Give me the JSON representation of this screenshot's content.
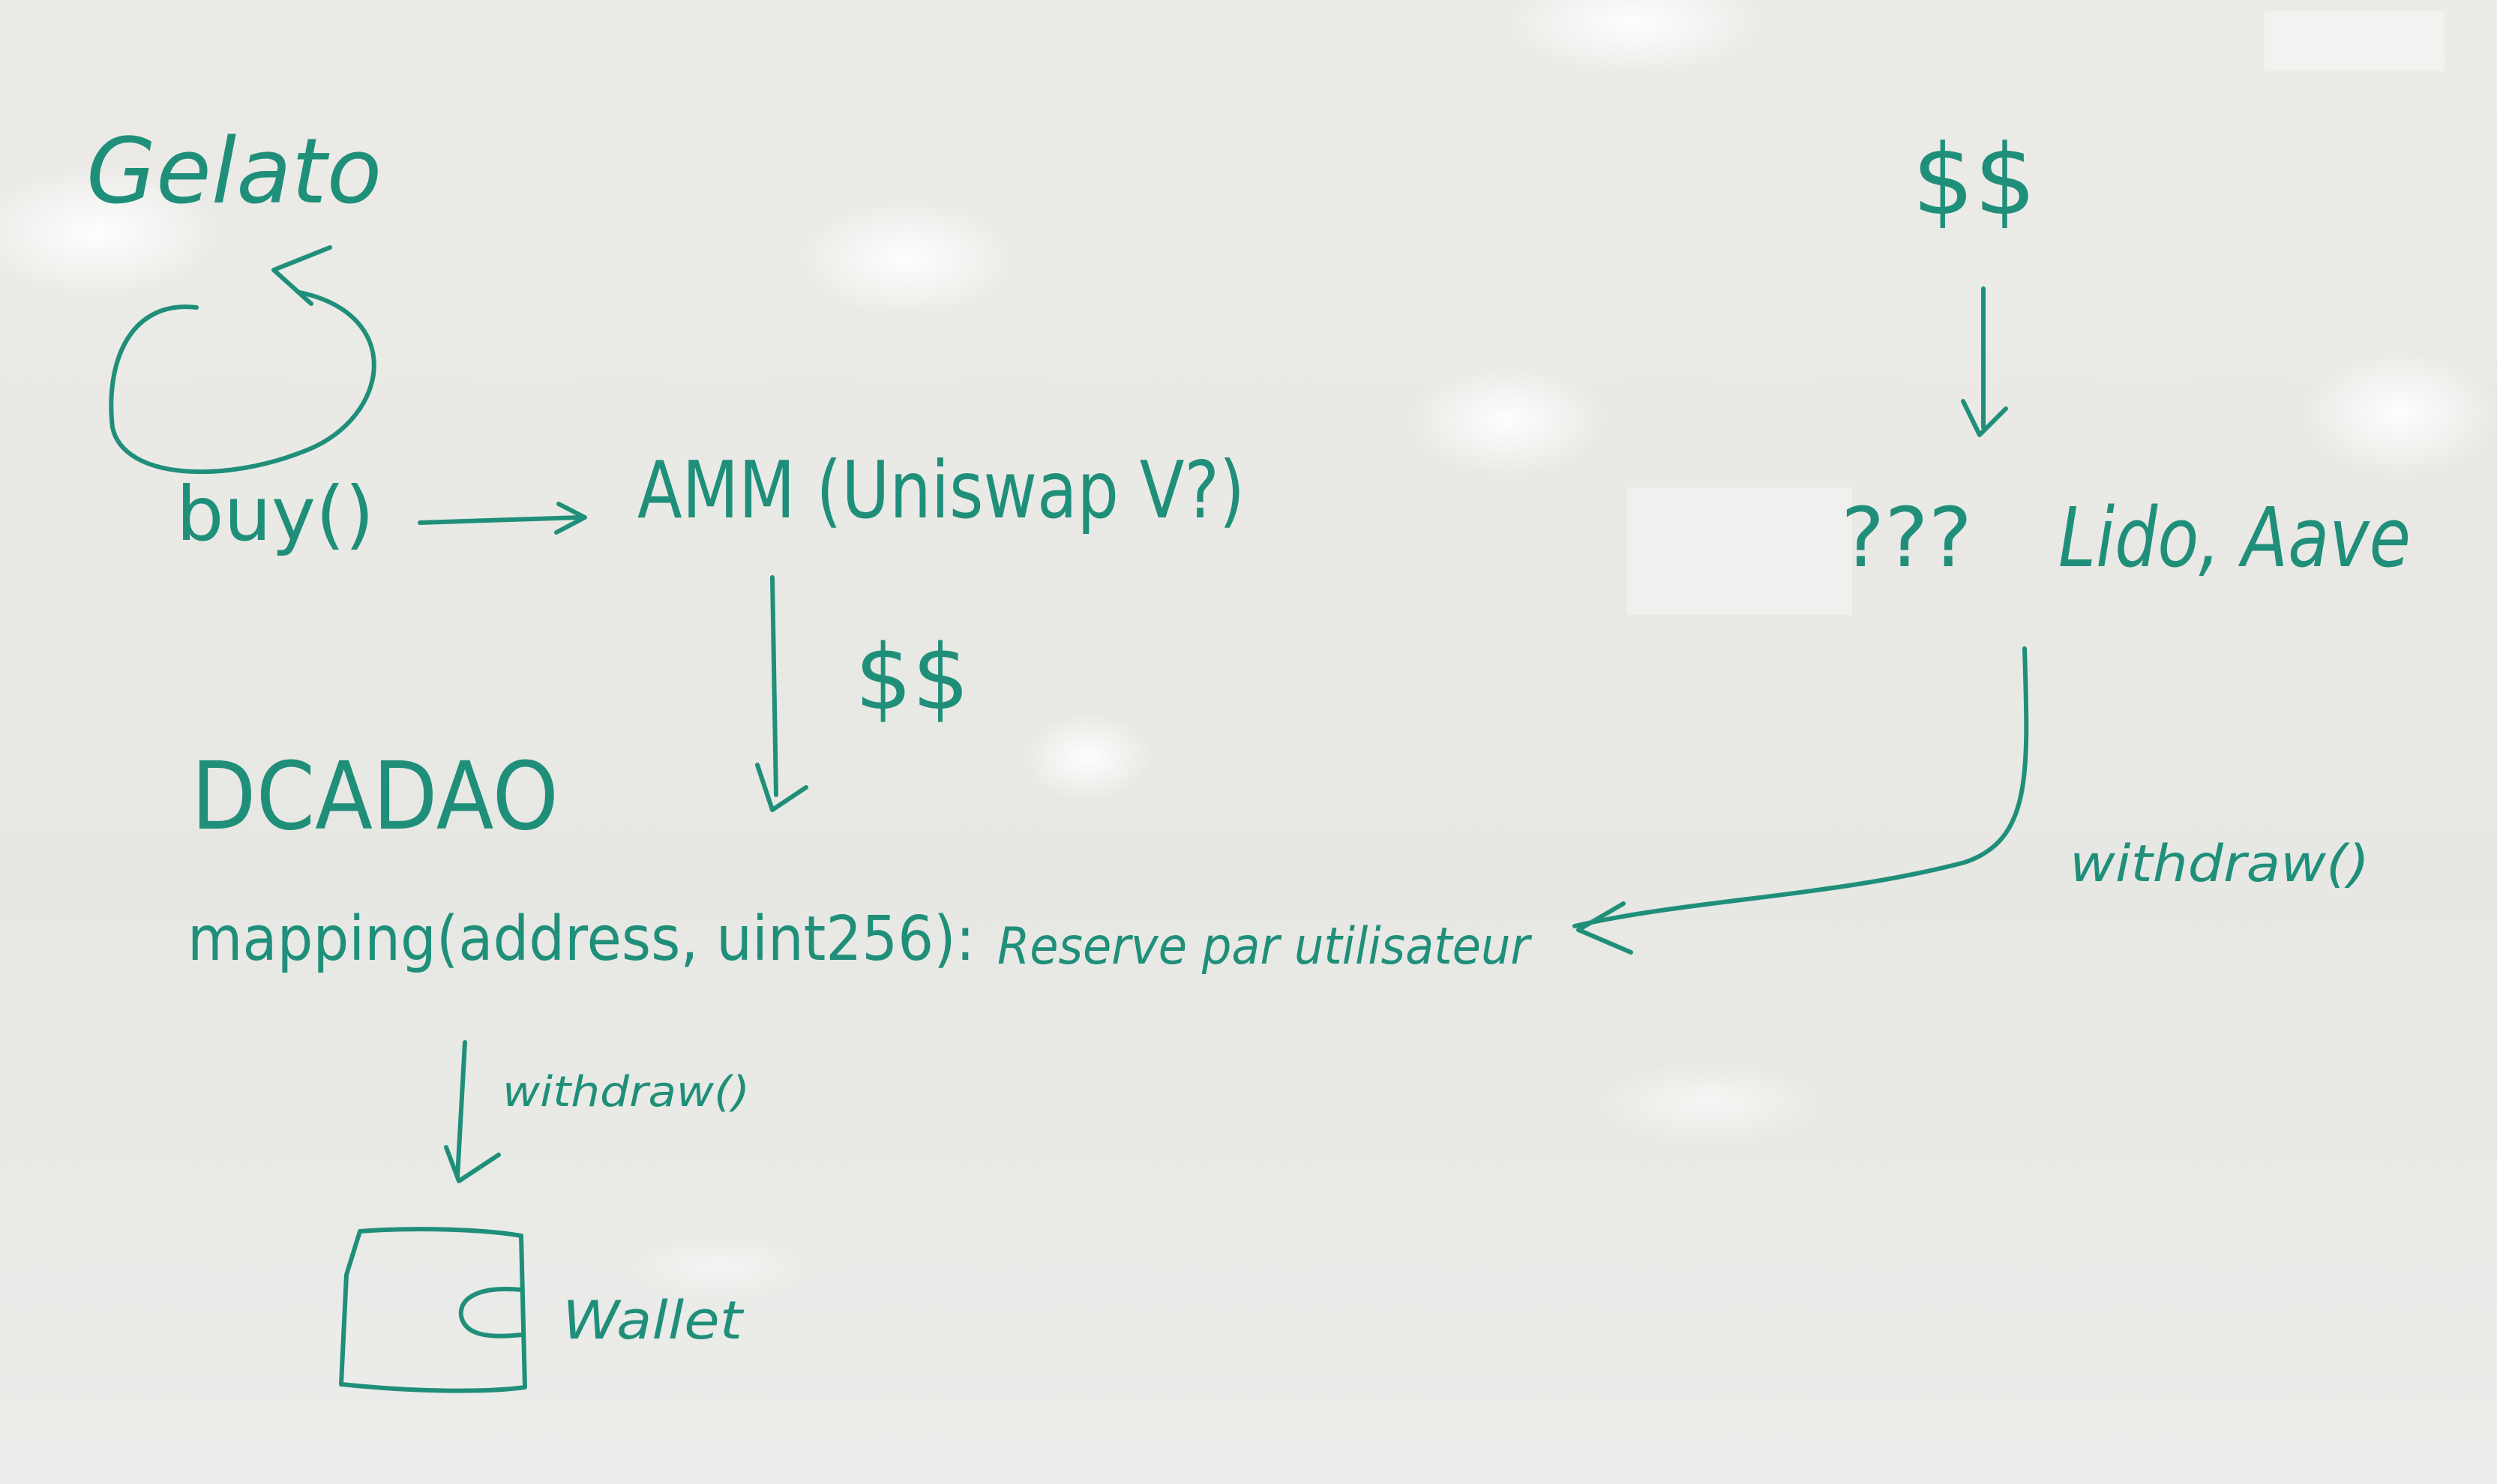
{
  "whiteboard": {
    "ink_color": "#1f8f7a",
    "board_color": "#eaeae7",
    "labels": {
      "gelato": "Gelato",
      "buy": "buy()",
      "amm": "AMM (Uniswap V?)",
      "amm_money": "$$",
      "top_money": "$$",
      "unknown": "???",
      "protocols": "Lido, Aave",
      "withdraw_right": "withdraw()",
      "dcadao": "DCADAO",
      "mapping": "mapping(address, uint256):",
      "reserve": "Reserve par utilisateur",
      "withdraw_bottom": "withdraw()",
      "wallet": "Wallet"
    }
  }
}
